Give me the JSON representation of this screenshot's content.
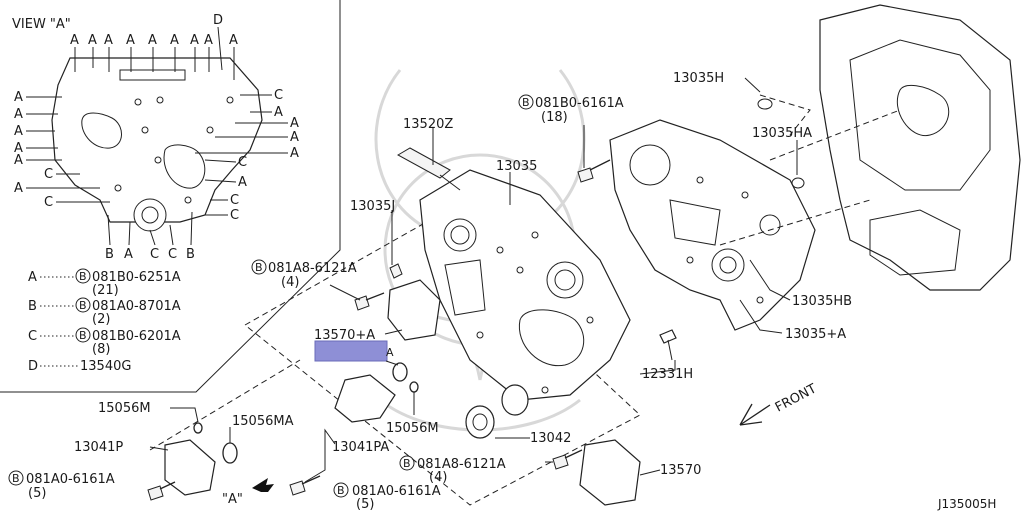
{
  "view": {
    "title": "VIEW \"A\"",
    "top_letters": [
      "A",
      "A",
      "A",
      "A",
      "A",
      "A",
      "A",
      "A",
      "A"
    ],
    "top_d": "D",
    "left_letters": [
      "A",
      "A",
      "A",
      "A",
      "A",
      "C",
      "A",
      "C"
    ],
    "right_letters": [
      "C",
      "A",
      "A",
      "A",
      "A",
      "C",
      "A",
      "C",
      "C"
    ],
    "bottom_letters": [
      "B",
      "A",
      "C",
      "C",
      "B"
    ],
    "legend": [
      {
        "key": "A",
        "circle": "B",
        "part": "081B0-6251A",
        "qty": "(21)"
      },
      {
        "key": "B",
        "circle": "B",
        "part": "081A0-8701A",
        "qty": "(2)"
      },
      {
        "key": "C",
        "circle": "B",
        "part": "081B0-6201A",
        "qty": "(8)"
      },
      {
        "key": "D",
        "circle": "",
        "part": "13540G",
        "qty": ""
      }
    ]
  },
  "labels": {
    "p13520Z": "13520Z",
    "p13035": "13035",
    "p13035J": "13035J",
    "b081A8_6121A_top": "081A8-6121A",
    "b081A8_6121A_top_circle": "B",
    "b081A8_6121A_top_qty": "(4)",
    "b081B0_6161A": "081B0-6161A",
    "b081B0_6161A_circle": "B",
    "b081B0_6161A_qty": "(18)",
    "p13035H": "13035H",
    "p13035HA": "13035HA",
    "p13035HB": "13035HB",
    "p13035A": "13035+A",
    "p13570A": "13570+A",
    "p12331H": "12331H",
    "p15056M_l": "15056M",
    "p15056MA": "15056MA",
    "p13041P": "13041P",
    "p13041PA": "13041PA",
    "p15056M_c": "15056M",
    "p13042": "13042",
    "b081A8_6121A_bot": "081A8-6121A",
    "b081A8_6121A_bot_circle": "B",
    "b081A8_6121A_bot_qty": "(4)",
    "p13570": "13570",
    "b081A0_6161A_l": "081A0-6161A",
    "b081A0_6161A_l_circle": "B",
    "b081A0_6161A_l_qty": "(5)",
    "b081A0_6161A_r": "081A0-6161A",
    "b081A0_6161A_r_circle": "B",
    "b081A0_6161A_r_qty": "(5)",
    "view_a_arrow": "\"A\"",
    "front": "FRONT",
    "diagram_id": "J135005H",
    "hidden_tag": "A"
  },
  "colors": {
    "highlight": "#8e8fd6",
    "line": "#222222",
    "watermark": "#d8d8d8"
  }
}
